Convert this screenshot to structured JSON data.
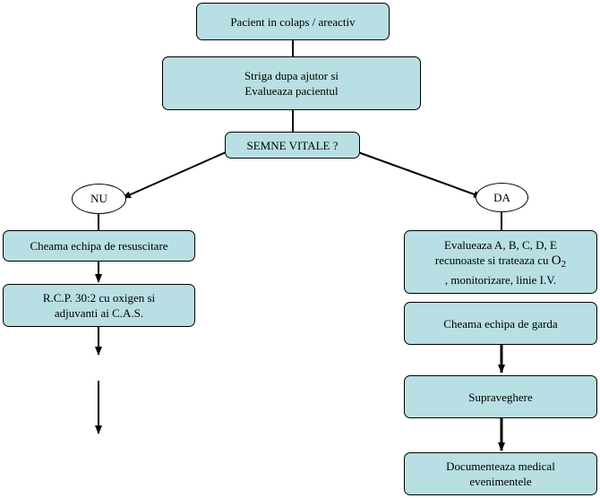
{
  "nodes": {
    "start": "Pacient in colaps / areactiv",
    "call_help_line1": "Striga dupa ajutor si",
    "call_help_line2": "Evalueaza pacientul",
    "vitals": "SEMNE VITALE ?",
    "no": "NU",
    "yes": "DA",
    "resus_team": "Cheama echipa de resuscitare",
    "cpr_line1": "R.C.P. 30:2 cu oxigen si",
    "cpr_line2": "adjuvanti ai C.A.S.",
    "abcde_line1": "Evalueaza A, B, C, D, E",
    "abcde_line2_prefix": "recunoaste si trateaza cu",
    "abcde_o": "O",
    "abcde_sub": "2",
    "abcde_line3": ", monitorizare, linie I.V.",
    "duty_team": "Cheama echipa de garda",
    "monitor": "Supraveghere",
    "document_line1": "Documenteaza medical",
    "document_line2": "evenimentele"
  }
}
